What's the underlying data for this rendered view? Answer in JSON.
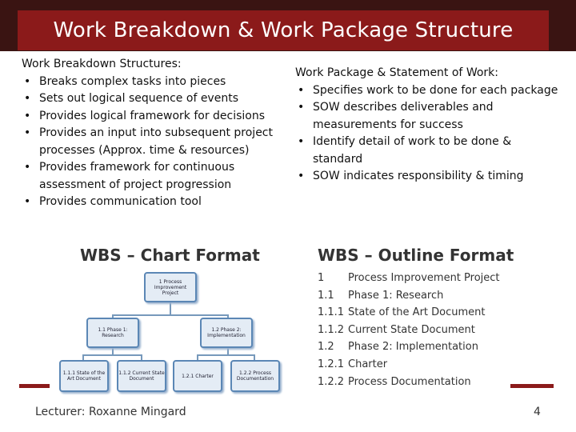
{
  "title": "Work Breakdown & Work Package Structure",
  "left": {
    "heading": "Work Breakdown Structures:",
    "bullets": [
      "Breaks complex tasks into pieces",
      "Sets out logical sequence of events",
      "Provides logical framework for decisions",
      "Provides an input into subsequent project processes (Approx. time & resources)",
      "Provides framework for continuous assessment of project progression",
      "Provides communication tool"
    ]
  },
  "right": {
    "heading": "Work Package & Statement of Work:",
    "bullets": [
      "Specifies work to be done for each package",
      "SOW describes deliverables and measurements for success",
      "Identify detail of work to be done & standard",
      "SOW indicates responsibility & timing"
    ]
  },
  "chart": {
    "title": "WBS – Chart Format",
    "root": "1 Process Improvement Project",
    "phase1": "1.1 Phase 1: Research",
    "phase2": "1.2 Phase 2: Implementation",
    "leaf1": "1.1.1 State of the Art Document",
    "leaf2": "1.1.2 Current State Document",
    "leaf3": "1.2.1 Charter",
    "leaf4": "1.2.2 Process Documentation"
  },
  "outline": {
    "title": "WBS – Outline Format",
    "rows": [
      {
        "num": "1",
        "label": "Process Improvement Project"
      },
      {
        "num": "1.1",
        "label": "Phase 1: Research"
      },
      {
        "num": "1.1.1",
        "label": "State of the Art Document"
      },
      {
        "num": "1.1.2",
        "label": "Current State Document"
      },
      {
        "num": "1.2",
        "label": "Phase 2: Implementation"
      },
      {
        "num": "1.2.1",
        "label": "Charter"
      },
      {
        "num": "1.2.2",
        "label": "Process Documentation"
      }
    ]
  },
  "footer": {
    "lecturer": "Lecturer: Roxanne Mingard",
    "page": "4"
  },
  "colors": {
    "title_bg": "#8b1a1a",
    "top_band": "#3a1412",
    "box_border": "#5b87b5"
  }
}
